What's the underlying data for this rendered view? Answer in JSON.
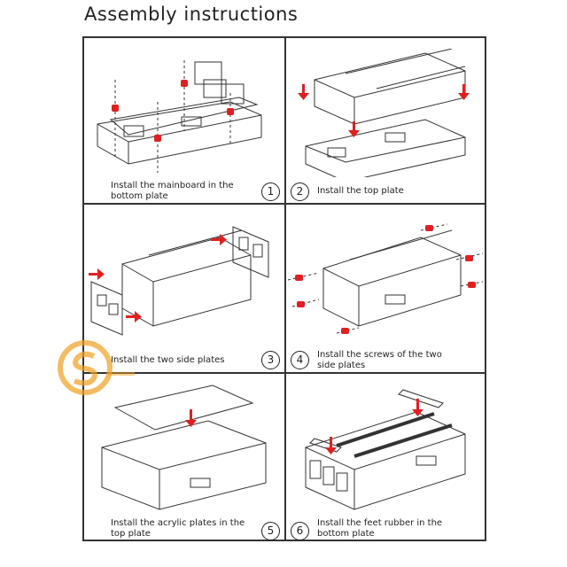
{
  "page": {
    "title": "Assembly instructions"
  },
  "steps": [
    {
      "number": "1",
      "caption": [
        "Install the mainboard in the",
        "bottom plate"
      ]
    },
    {
      "number": "2",
      "caption": [
        "Install the top plate"
      ]
    },
    {
      "number": "3",
      "caption": [
        "Install the two side plates"
      ]
    },
    {
      "number": "4",
      "caption": [
        "Install the screws of the two",
        "side plates"
      ]
    },
    {
      "number": "5",
      "caption": [
        "Install the acrylic plates in the",
        "top plate"
      ]
    },
    {
      "number": "6",
      "caption": [
        "Install the feet rubber in the",
        "bottom plate"
      ]
    }
  ],
  "colors": {
    "arrow": "#e02020",
    "line": "#333333",
    "watermark": "#f0a020"
  },
  "icons": [
    "down-arrow-icon",
    "right-arrow-icon",
    "screw-icon"
  ]
}
